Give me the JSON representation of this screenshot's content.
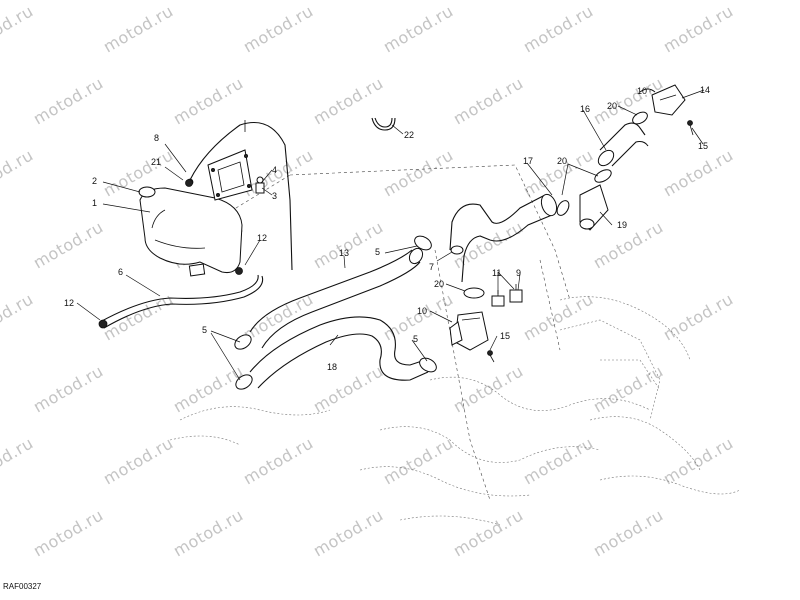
{
  "watermark": "motod.ru",
  "reference_code": "RAF00327",
  "callouts": {
    "c1": "1",
    "c2": "2",
    "c3": "3",
    "c4": "4",
    "c5a": "5",
    "c5b": "5",
    "c5c": "5",
    "c6": "6",
    "c7": "7",
    "c8": "8",
    "c9": "9",
    "c10a": "10",
    "c10b": "10",
    "c11": "11",
    "c12a": "12",
    "c12b": "12",
    "c13": "13",
    "c14": "14",
    "c15a": "15",
    "c15b": "15",
    "c16": "16",
    "c17": "17",
    "c18": "18",
    "c19": "19",
    "c20a": "20",
    "c20b": "20",
    "c20c": "20",
    "c21": "21",
    "c22": "22"
  }
}
